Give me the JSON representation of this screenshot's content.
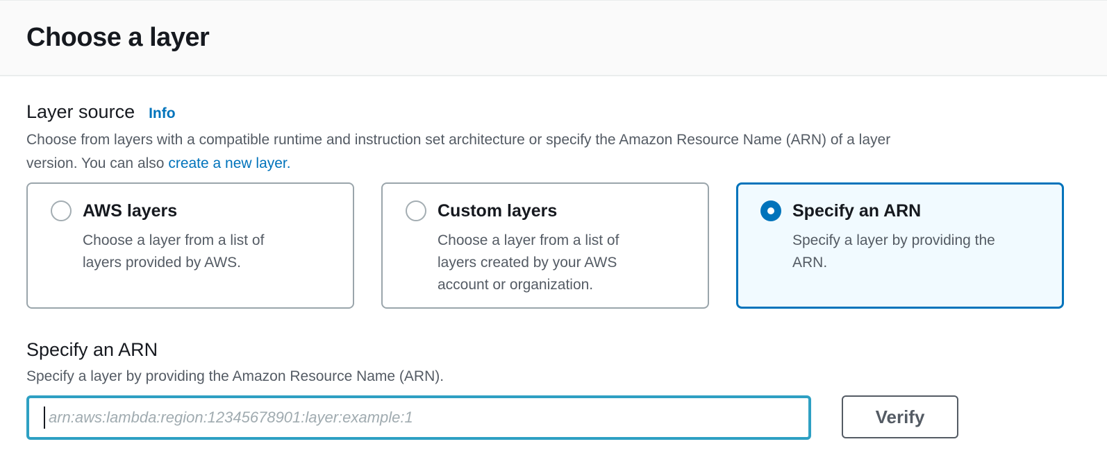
{
  "header": {
    "title": "Choose a layer"
  },
  "layer_source": {
    "label": "Layer source",
    "info_label": "Info",
    "description_line1": "Choose from layers with a compatible runtime and instruction set architecture or specify the Amazon Resource Name (ARN) of a layer",
    "description_line2": "version. You can also",
    "create_layer_link_label": "create a new layer.",
    "options": [
      {
        "title": "AWS layers",
        "description": "Choose a layer from a list of\nlayers provided by AWS.",
        "selected": false
      },
      {
        "title": "Custom layers",
        "description": "Choose a layer from a list of\nlayers created by your AWS\naccount or organization.",
        "selected": false
      },
      {
        "title": "Specify an ARN",
        "description": "Specify a layer by providing the\nARN.",
        "selected": true
      }
    ]
  },
  "arn_section": {
    "label": "Specify an ARN",
    "description": "Specify a layer by providing the Amazon Resource Name (ARN).",
    "input_value": "",
    "input_placeholder": "arn:aws:lambda:region:12345678901:layer:example:1",
    "verify_button_label": "Verify"
  },
  "colors": {
    "link_blue": "#0073bb",
    "selected_tile_border": "#0073bb",
    "selected_tile_background": "#f1faff",
    "focused_input_border": "#2ea0c3",
    "heading_text": "#16191f",
    "secondary_text": "#545b64",
    "header_background": "#fafafa",
    "divider": "#eaeded"
  }
}
